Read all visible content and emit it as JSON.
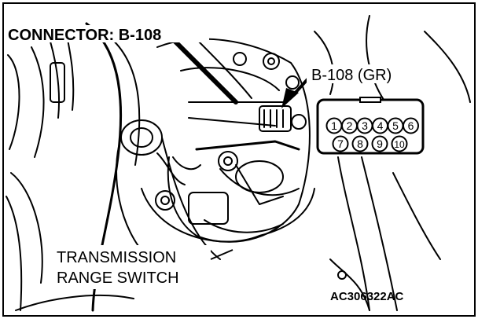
{
  "header": {
    "title": "CONNECTOR: B-108"
  },
  "callout": {
    "connector_label": "B-108 (GR)"
  },
  "part_label": {
    "line1": "TRANSMISSION",
    "line2": "RANGE SWITCH"
  },
  "pins": {
    "top": [
      "1",
      "2",
      "3",
      "4",
      "5",
      "6"
    ],
    "bottom": [
      "7",
      "8",
      "9",
      "10"
    ]
  },
  "figure_code": "AC306322AC",
  "colors": {
    "ink": "#000000",
    "paper": "#ffffff"
  }
}
